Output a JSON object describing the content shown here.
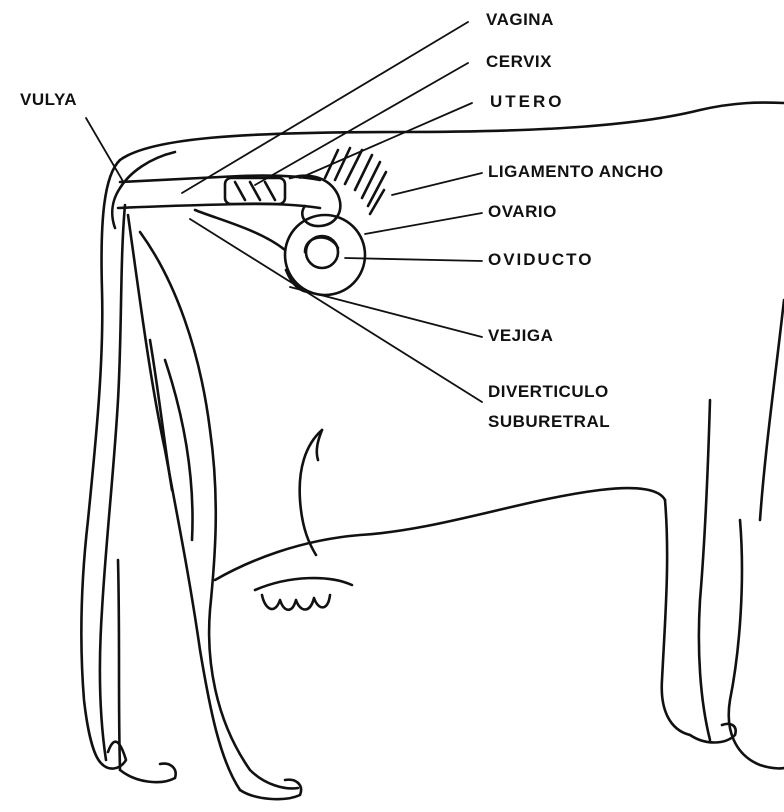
{
  "diagram": {
    "style": {
      "ink": "#111111",
      "paper": "#ffffff"
    },
    "labels": {
      "vagina": "VAGINA",
      "cervix": "CERVIX",
      "utero": "UTERO",
      "vulva": "VULYA",
      "ligamento_ancho": "LIGAMENTO ANCHO",
      "ovario": "OVARIO",
      "oviducto": "OVIDUCTO",
      "vejiga": "VEJIGA",
      "diverticulo_1": "DIVERTICULO",
      "diverticulo_2": "SUBURETRAL"
    }
  }
}
